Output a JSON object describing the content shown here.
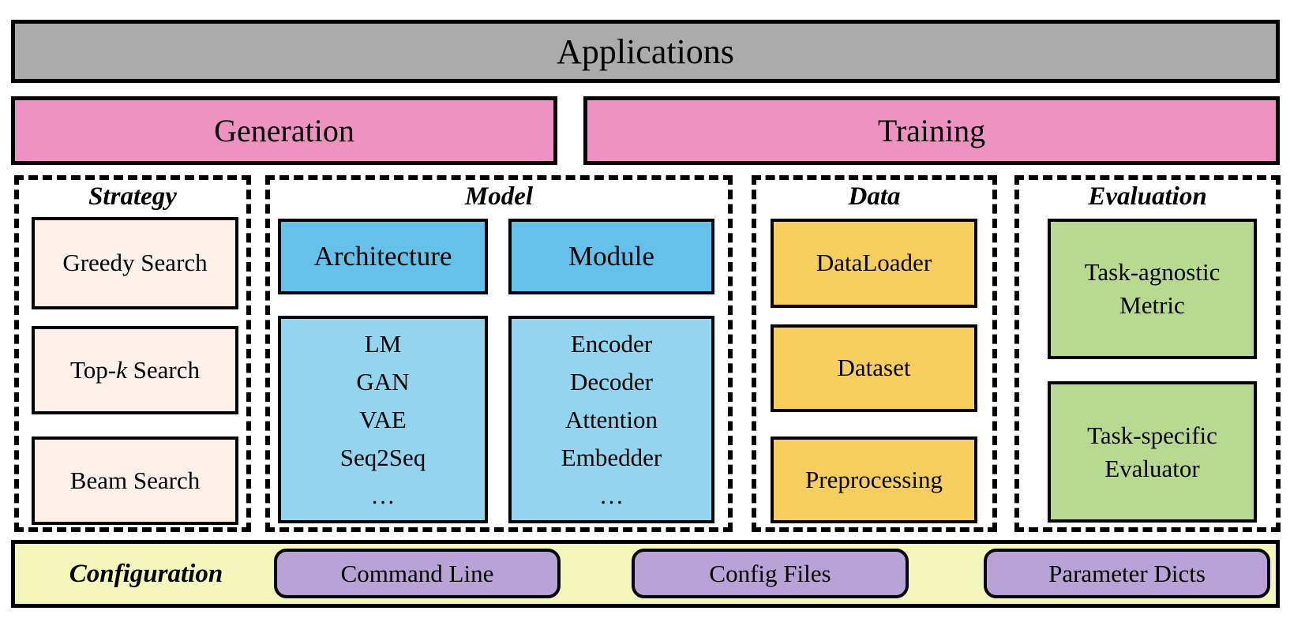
{
  "top_bars": {
    "applications": "Applications",
    "generation": "Generation",
    "training": "Training"
  },
  "strategy": {
    "title": "Strategy",
    "items": [
      {
        "pre": "Greedy Search",
        "it": "",
        "post": ""
      },
      {
        "pre": "Top-",
        "it": "k",
        "post": " Search"
      },
      {
        "pre": "Beam Search",
        "it": "",
        "post": ""
      }
    ]
  },
  "model": {
    "title": "Model",
    "architecture": {
      "header": "Architecture",
      "items": [
        "LM",
        "GAN",
        "VAE",
        "Seq2Seq",
        "…"
      ]
    },
    "module": {
      "header": "Module",
      "items": [
        "Encoder",
        "Decoder",
        "Attention",
        "Embedder",
        "…"
      ]
    }
  },
  "data_section": {
    "title": "Data",
    "items": [
      "DataLoader",
      "Dataset",
      "Preprocessing"
    ]
  },
  "evaluation": {
    "title": "Evaluation",
    "items": [
      {
        "line1": "Task-agnostic",
        "line2": "Metric"
      },
      {
        "line1": "Task-specific",
        "line2": "Evaluator"
      }
    ]
  },
  "configuration": {
    "title": "Configuration",
    "items": [
      "Command Line",
      "Config Files",
      "Parameter Dicts"
    ]
  },
  "colors": {
    "applications_fill": "#ababab",
    "task_bar_fill": "#ee92c2",
    "strategy_box_fill": "#fcf0e8",
    "model_header_fill": "#63c1ea",
    "model_body_fill": "#93d4ef",
    "data_box_fill": "#f8ce5e",
    "evaluation_box_fill": "#b6da90",
    "configuration_bar_fill": "#f5f7ba",
    "configuration_box_fill": "#b7a3d6",
    "border": "#000000"
  }
}
